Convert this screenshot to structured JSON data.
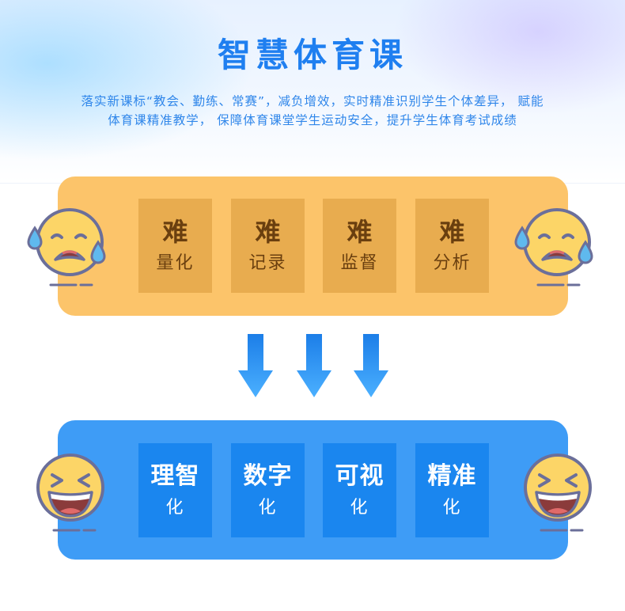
{
  "title": "智慧体育课",
  "subtitle": {
    "line1": "落实新课标“教会、勤练、常赛”，减负增效，实时精准识别学生个体差异， 赋能",
    "line2": "体育课精准教学， 保障体育课堂学生运动安全，提升学生体育考试成绩"
  },
  "problems": [
    {
      "main": "难",
      "sub": "量化"
    },
    {
      "main": "难",
      "sub": "记录"
    },
    {
      "main": "难",
      "sub": "监督"
    },
    {
      "main": "难",
      "sub": "分析"
    }
  ],
  "solutions": [
    {
      "main": "理智",
      "sub": "化"
    },
    {
      "main": "数字",
      "sub": "化"
    },
    {
      "main": "可视",
      "sub": "化"
    },
    {
      "main": "精准",
      "sub": "化"
    }
  ],
  "icons": {
    "crying": "crying-face-icon",
    "laughing": "laughing-face-icon",
    "arrow": "arrow-down-icon"
  },
  "colors": {
    "accent": "#1f7ff0",
    "problem_panel": "#fcc46a",
    "problem_tile": "#e8ac4f",
    "solution_panel": "#3e9cf6",
    "solution_tile": "#1a86ef",
    "emoji_face": "#fcd567",
    "emoji_outline": "#6b6f9a"
  }
}
